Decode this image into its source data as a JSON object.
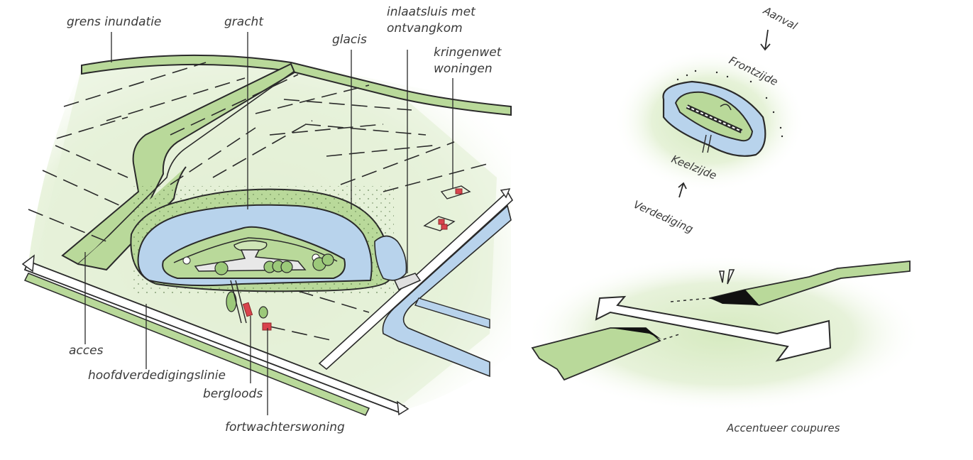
{
  "left_diagram": {
    "labels": {
      "grens_inundatie": "grens inundatie",
      "gracht": "gracht",
      "glacis": "glacis",
      "inlaatsluis_line1": "inlaatsluis met",
      "inlaatsluis_line2": "ontvangkom",
      "kringenwet_line1": "kringenwet",
      "kringenwet_line2": "woningen",
      "acces": "acces",
      "hoofdverdedigingslinie": "hoofdverdedigingslinie",
      "berglood": "bergloods",
      "fortwachterswoning": "fortwachterswoning"
    }
  },
  "right_top_diagram": {
    "labels": {
      "aanval": "Aanval",
      "frontzijde": "Frontzijde",
      "keelzijde": "Keelzijde",
      "verdediging": "Verdediging"
    }
  },
  "right_bottom_diagram": {
    "caption": "Accentueer coupures"
  },
  "colors": {
    "meadow": "#e4f0d4",
    "dike_green": "#b9d99a",
    "water": "#b8d3ec",
    "outline": "#2a2a2a",
    "house_red": "#d9434d",
    "text": "#3a3a3a"
  }
}
